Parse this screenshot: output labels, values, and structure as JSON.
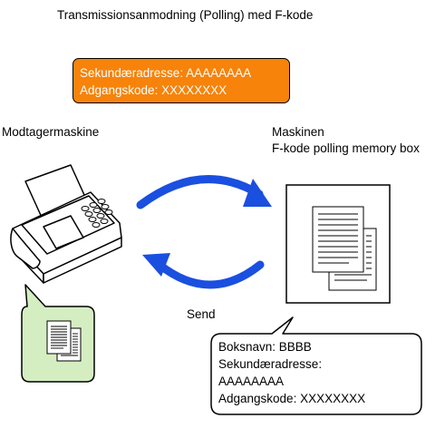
{
  "diagram": {
    "title": "Transmissionsanmodning (Polling) med F-kode",
    "orange_box": {
      "line1": "Sekundæradresse: AAAAAAAA",
      "line2": "Adgangskode: XXXXXXXX"
    },
    "receiver_label": "Modtagermaskine",
    "machine_label": {
      "line1": "Maskinen",
      "line2": "F-kode polling memory box"
    },
    "send_label": "Send",
    "info_box": {
      "line1": "Boksnavn: BBBB",
      "line2": "Sekundæradresse:",
      "line3": "AAAAAAAA",
      "line4": "Adgangskode: XXXXXXXX"
    },
    "colors": {
      "orange": "#f7830a",
      "arrow_blue": "#1a4fe0",
      "bubble_green": "#d4eec2"
    },
    "icons": [
      "fax-machine-icon",
      "document-stack-icon",
      "curved-arrow-icon"
    ]
  }
}
